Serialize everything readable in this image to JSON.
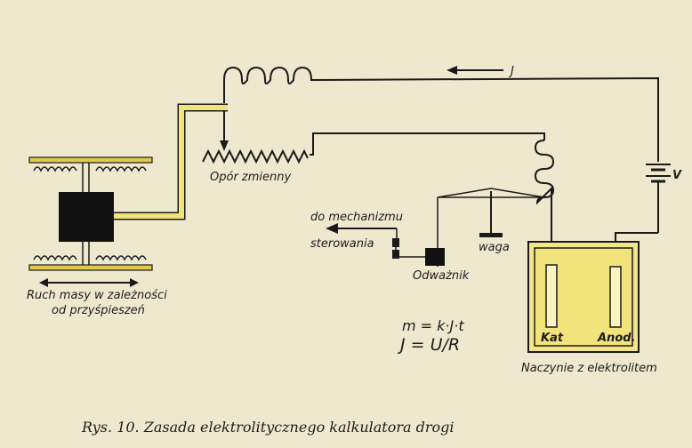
{
  "figure": {
    "caption": "Rys. 10. Zasada elektrolitycznego kalkulatora drogi"
  },
  "labels": {
    "current": "J",
    "voltage": "V",
    "variable_resistor": "Opór zmienny",
    "mass_motion_line1": "Ruch masy w zależności",
    "mass_motion_line2": "od przyśpieszeń",
    "to_mechanism_line1": "do mechanizmu",
    "to_mechanism_line2": "sterowania",
    "counterweight": "Odważnik",
    "scale": "waga",
    "cathode": "Kat",
    "anode": "Anod.",
    "vessel": "Naczynie z elektrolitem"
  },
  "formulas": {
    "mass": "m = k·J·t",
    "current": "J = U/R"
  },
  "colors": {
    "background": "#eee8cf",
    "ink": "#1a1a1a",
    "yellow_fill": "#f2e37a",
    "yellow_dark": "#d8c244",
    "mass_block": "#111111"
  }
}
